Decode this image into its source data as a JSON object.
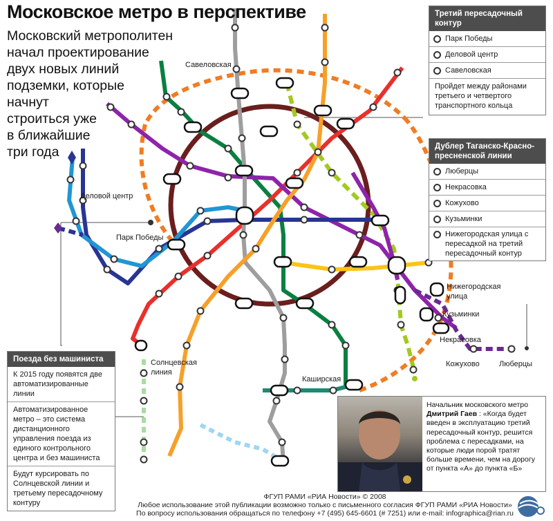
{
  "title": "Московское метро в перспективе",
  "lede": [
    "Московский метрополитен",
    "начал проектирование",
    "двух новых линий",
    "подземки, которые",
    "начнут",
    "строиться уже",
    "в ближайшие",
    "три года"
  ],
  "map_labels": {
    "savelovskaya": "Савеловская",
    "delovoy": "Деловой центр",
    "park_pobedy": "Парк Победы",
    "kashirskaya": "Каширская",
    "solntsevo": [
      "Солнцевская",
      "линия"
    ],
    "nizhegorodskaya": [
      "Нижегородская",
      "улица"
    ],
    "kuzminki": "Кузьминки",
    "nekrasovka": "Некрасовка",
    "kozhukhovo": "Кожухово",
    "lyubertsy": "Люберцы"
  },
  "box_third": {
    "heading": "Третий пересадочный контур",
    "stations": [
      "Парк Победы",
      "Деловой центр",
      "Савеловская"
    ],
    "note": "Пройдет между районами третьего и четвертого транспортного кольца"
  },
  "box_duplicate": {
    "heading_lines": [
      "Дублер Таганско-Красно-",
      "пресненской линии"
    ],
    "stations": [
      "Люберцы",
      "Некрасовка",
      "Кожухово",
      "Кузьминки",
      "Нижегородская улица с пересадкой на третий пересадочный контур"
    ]
  },
  "box_driverless": {
    "heading": "Поезда без машиниста",
    "paragraphs": [
      "К 2015 году появятся две автоматизированные линии",
      "Автоматизированное метро – это система дистанционного управления поезда из единого контрольного центра и без машиниста",
      "Будут курсировать по Солнцевской линии и третьему пересадочному контуру"
    ]
  },
  "quote": {
    "intro": "Начальник московского метро",
    "name": "Дмитрий Гаев",
    "text": ": «Когда будет введен в эксплуатацию третий пересадочный контур, решится проблема с пересадками, на которые люди порой тратят больше времени, чем на дорогу от пункта «А» до пункта «Б»"
  },
  "footer": [
    "ФГУП РАМИ «РИА Новости» © 2008",
    "Любое использование этой публикации возможно только с письменного согласия  ФГУП РАМИ «РИА Новости»",
    "По вопросу использования обращаться по телефону +7 (495) 645-6601 (# 7251) или e-mail: infographica@rian.ru"
  ],
  "colors": {
    "ring": "#6a1e1e",
    "third_contour": "#ef7d23",
    "duplicate_line": "#6a2a8f",
    "red": "#e8302c",
    "green": "#0a7f41",
    "blue": "#283593",
    "lightblue": "#2196d3",
    "purple": "#8e24aa",
    "orange": "#f6a02a",
    "yellow": "#fcc419",
    "grey": "#9e9e9e",
    "lime": "#a3c920",
    "teal": "#1f8a73",
    "box_header": "#4d4d4d"
  }
}
